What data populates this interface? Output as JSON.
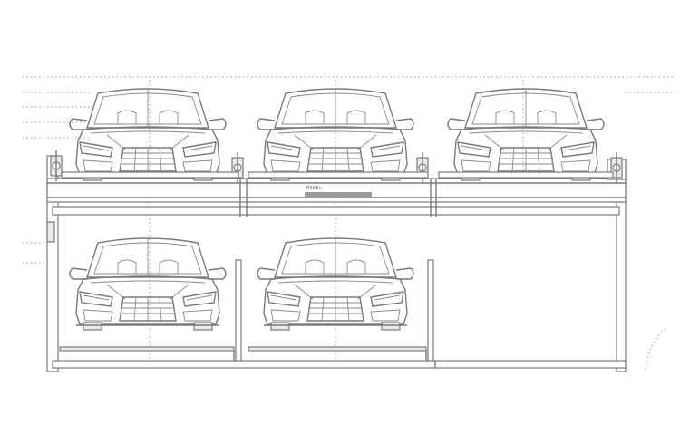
{
  "drawing": {
    "label_line_1": "MODEL",
    "label_line_2": "",
    "colors": {
      "line": "#7a7a7a",
      "background": "#ffffff"
    }
  },
  "levels": [
    {
      "name": "upper",
      "spaces": [
        {
          "occupied": true
        },
        {
          "occupied": true
        },
        {
          "occupied": true
        }
      ]
    },
    {
      "name": "lower",
      "spaces": [
        {
          "occupied": true
        },
        {
          "occupied": true
        },
        {
          "occupied": false
        }
      ]
    }
  ]
}
